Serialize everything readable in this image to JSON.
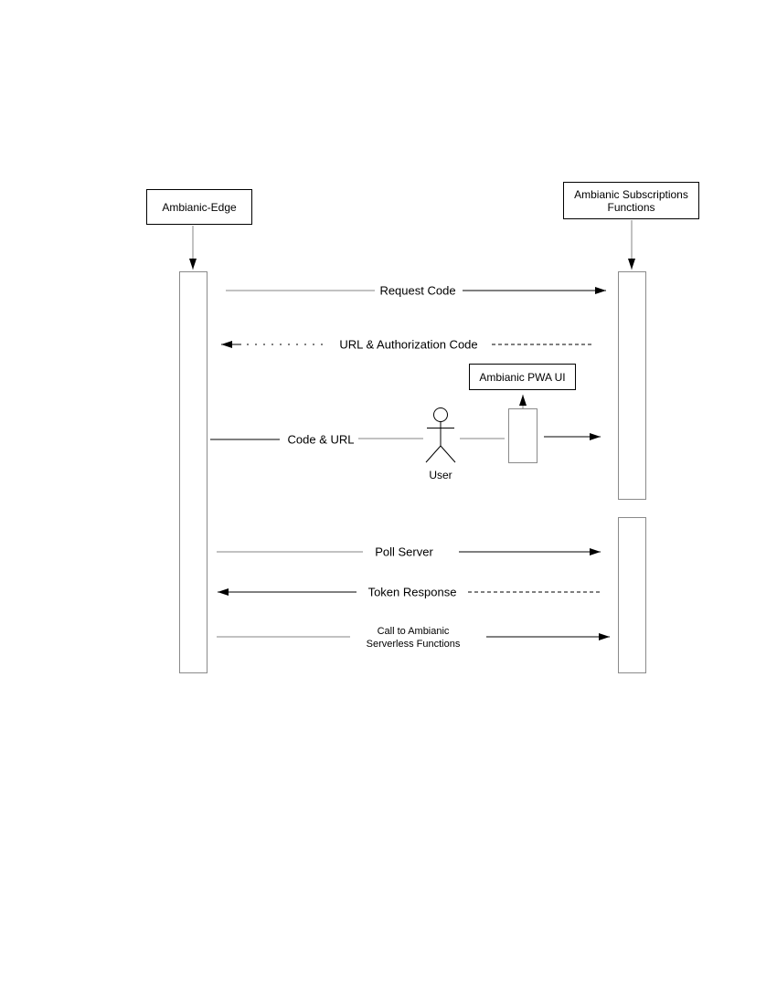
{
  "diagram": {
    "kind": "uml-sequence-diagram",
    "actors": {
      "edge": {
        "label": "Ambianic-Edge"
      },
      "subscriptions": {
        "label": "Ambianic Subscriptions Functions"
      },
      "pwa": {
        "label": "Ambianic PWA UI"
      },
      "user": {
        "label": "User"
      }
    },
    "messages": {
      "request_code": {
        "label": "Request Code",
        "from": "edge",
        "to": "subscriptions",
        "style": "solid"
      },
      "url_auth": {
        "label": "URL & Authorization Code",
        "from": "subscriptions",
        "to": "edge",
        "style": "dashed"
      },
      "code_url": {
        "label": "Code & URL",
        "from": "edge",
        "to": "subscriptions",
        "via": "user",
        "style": "solid"
      },
      "poll_server": {
        "label": "Poll Server",
        "from": "edge",
        "to": "subscriptions",
        "style": "solid"
      },
      "token_response": {
        "label": "Token Response",
        "from": "subscriptions",
        "to": "edge",
        "style": "dashed"
      },
      "call_serverless": {
        "label": "Call to Ambianic Serverless Functions",
        "from": "edge",
        "to": "subscriptions",
        "style": "solid"
      }
    }
  },
  "colors": {
    "line": "#000000",
    "line-muted": "#848484",
    "bar-border": "#8a8a8a",
    "background": "#ffffff"
  }
}
